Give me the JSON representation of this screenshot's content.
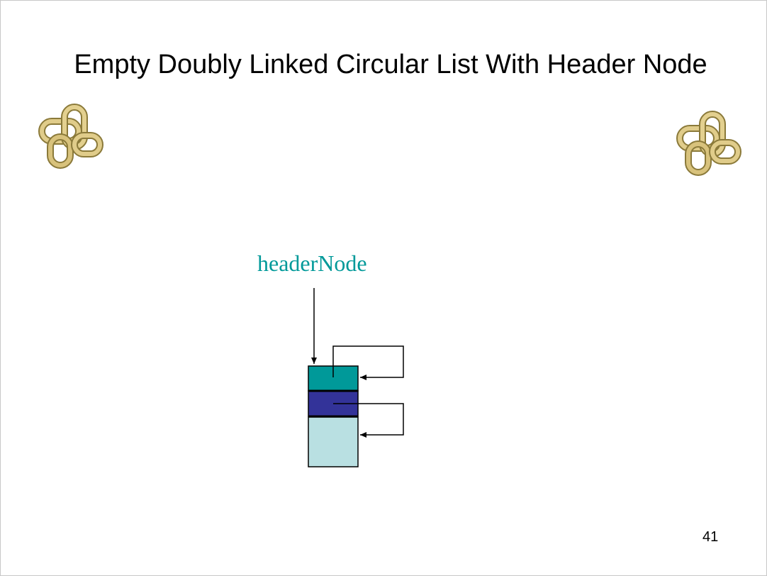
{
  "slide": {
    "title": "Empty Doubly Linked Circular List With Header Node",
    "page_number": "41"
  },
  "diagram": {
    "pointer_label": "headerNode",
    "node_fields": [
      {
        "role": "left-link",
        "color": "#009999"
      },
      {
        "role": "right-link",
        "color": "#333399"
      },
      {
        "role": "element",
        "color": "#b9e0e2"
      }
    ],
    "label_color": "#009999"
  },
  "decorations": {
    "icons": [
      "chain-links-icon",
      "chain-links-icon"
    ]
  }
}
